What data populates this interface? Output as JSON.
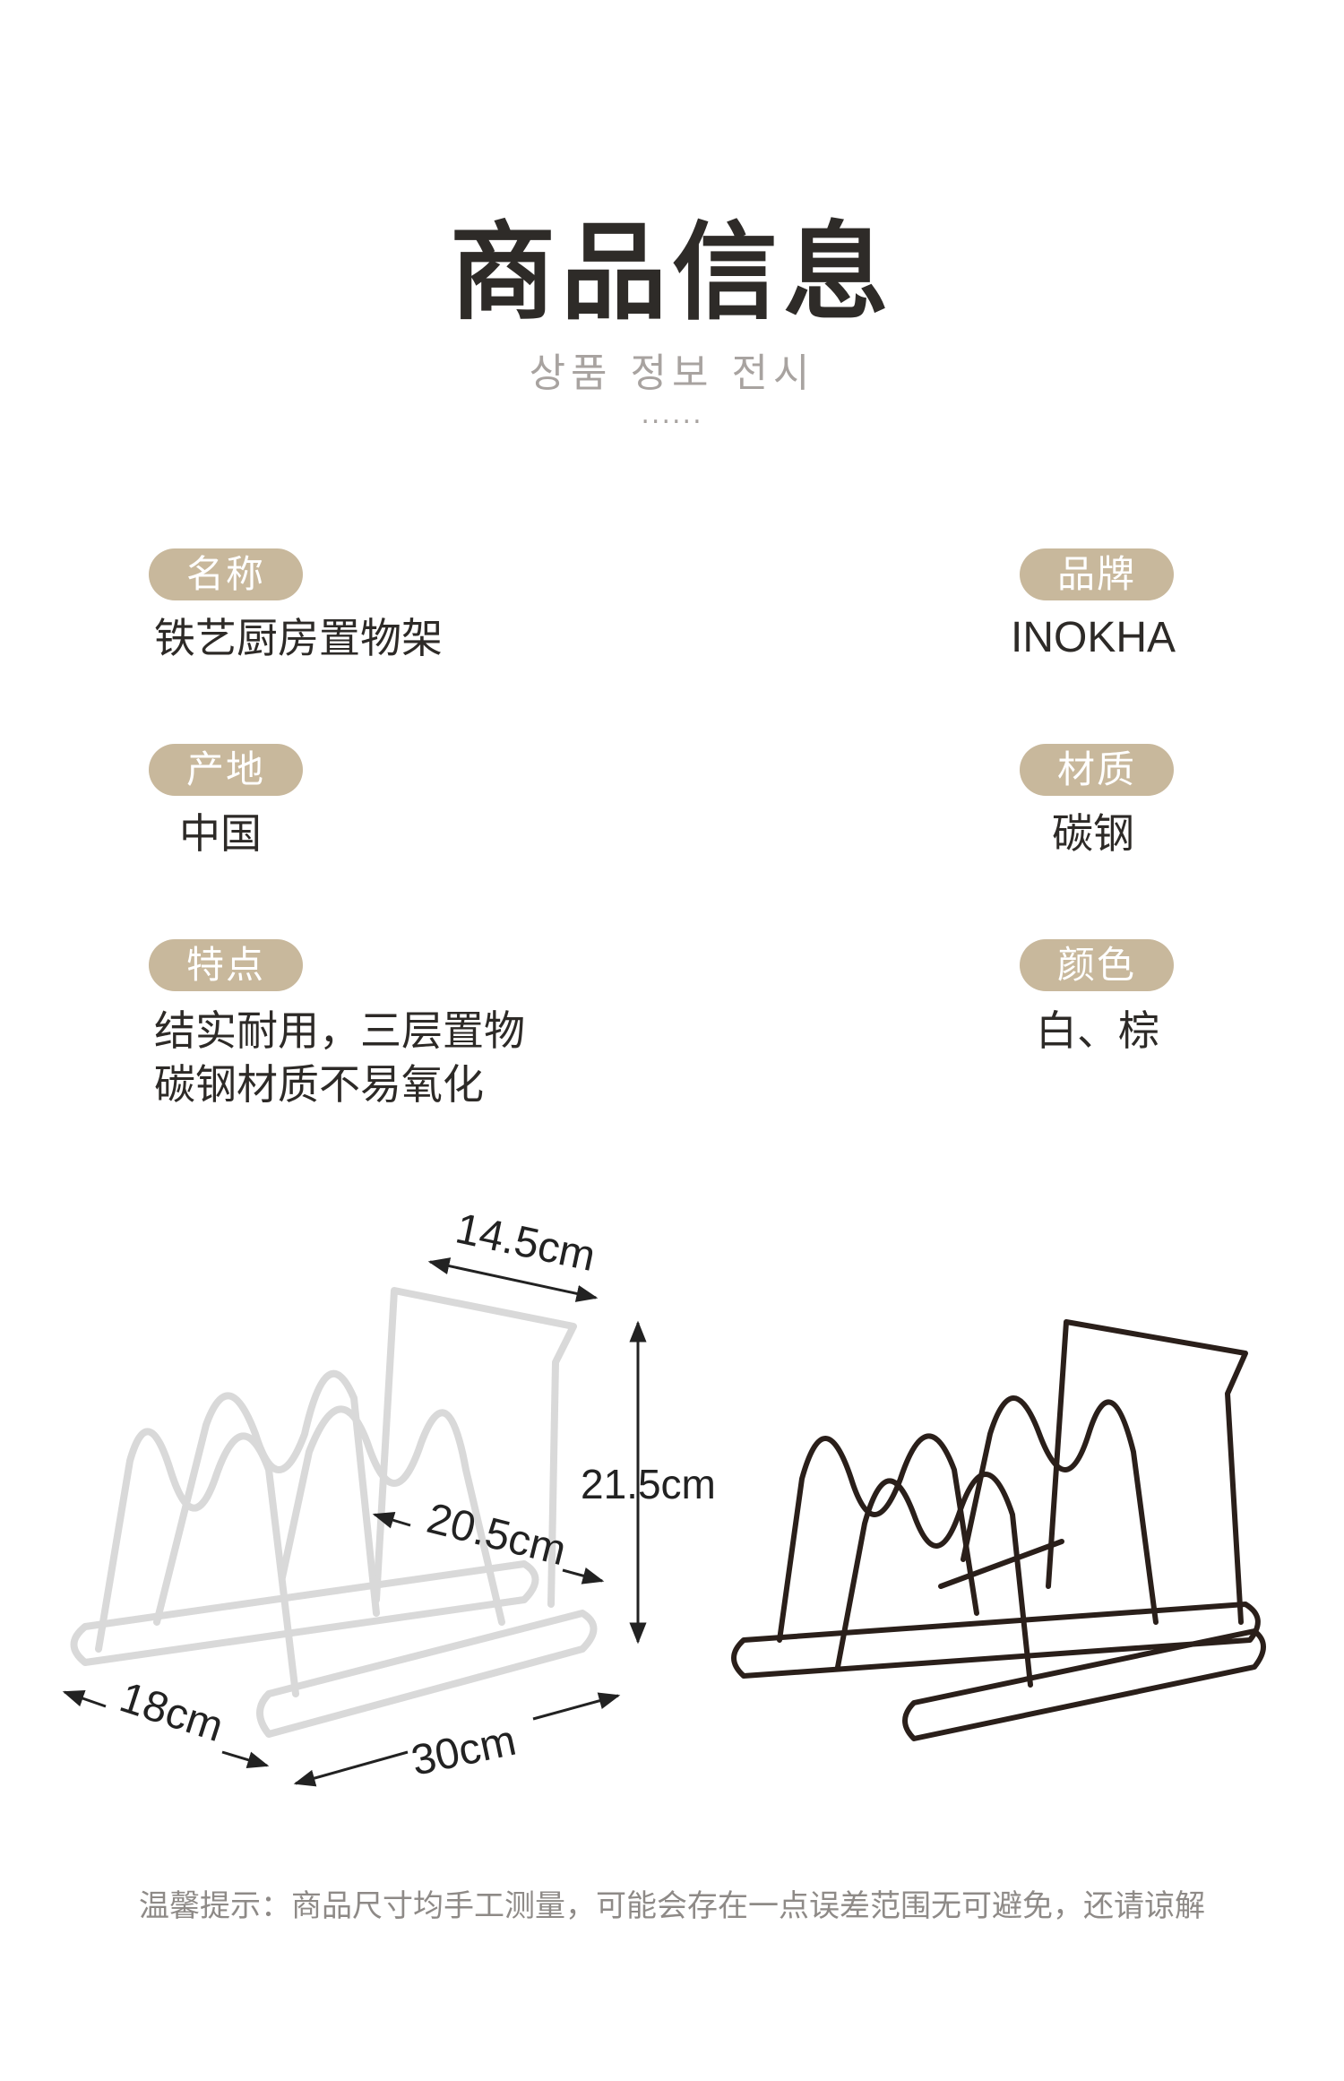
{
  "header": {
    "title": "商品信息",
    "subtitle": "상품 정보 전시",
    "dots": "......"
  },
  "specs": {
    "name": {
      "label": "名称",
      "value": "铁艺厨房置物架"
    },
    "brand": {
      "label": "品牌",
      "value": "INOKHA"
    },
    "origin": {
      "label": "产地",
      "value": "中国"
    },
    "material": {
      "label": "材质",
      "value": "碳钢"
    },
    "features": {
      "label": "特点",
      "line1": "结实耐用，三层置物",
      "line2": "碳钢材质不易氧化"
    },
    "color": {
      "label": "颜色",
      "value": "白、棕"
    }
  },
  "dimensions": {
    "depth_top": "14.5cm",
    "height": "21.5cm",
    "inner_width": "20.5cm",
    "depth": "18cm",
    "width": "30cm"
  },
  "product_colors": {
    "white": "#e6e6e6",
    "brown": "#2a1f1a"
  },
  "footer": {
    "note": "温馨提示：商品尺寸均手工测量，可能会存在一点误差范围无可避免，还请谅解"
  }
}
